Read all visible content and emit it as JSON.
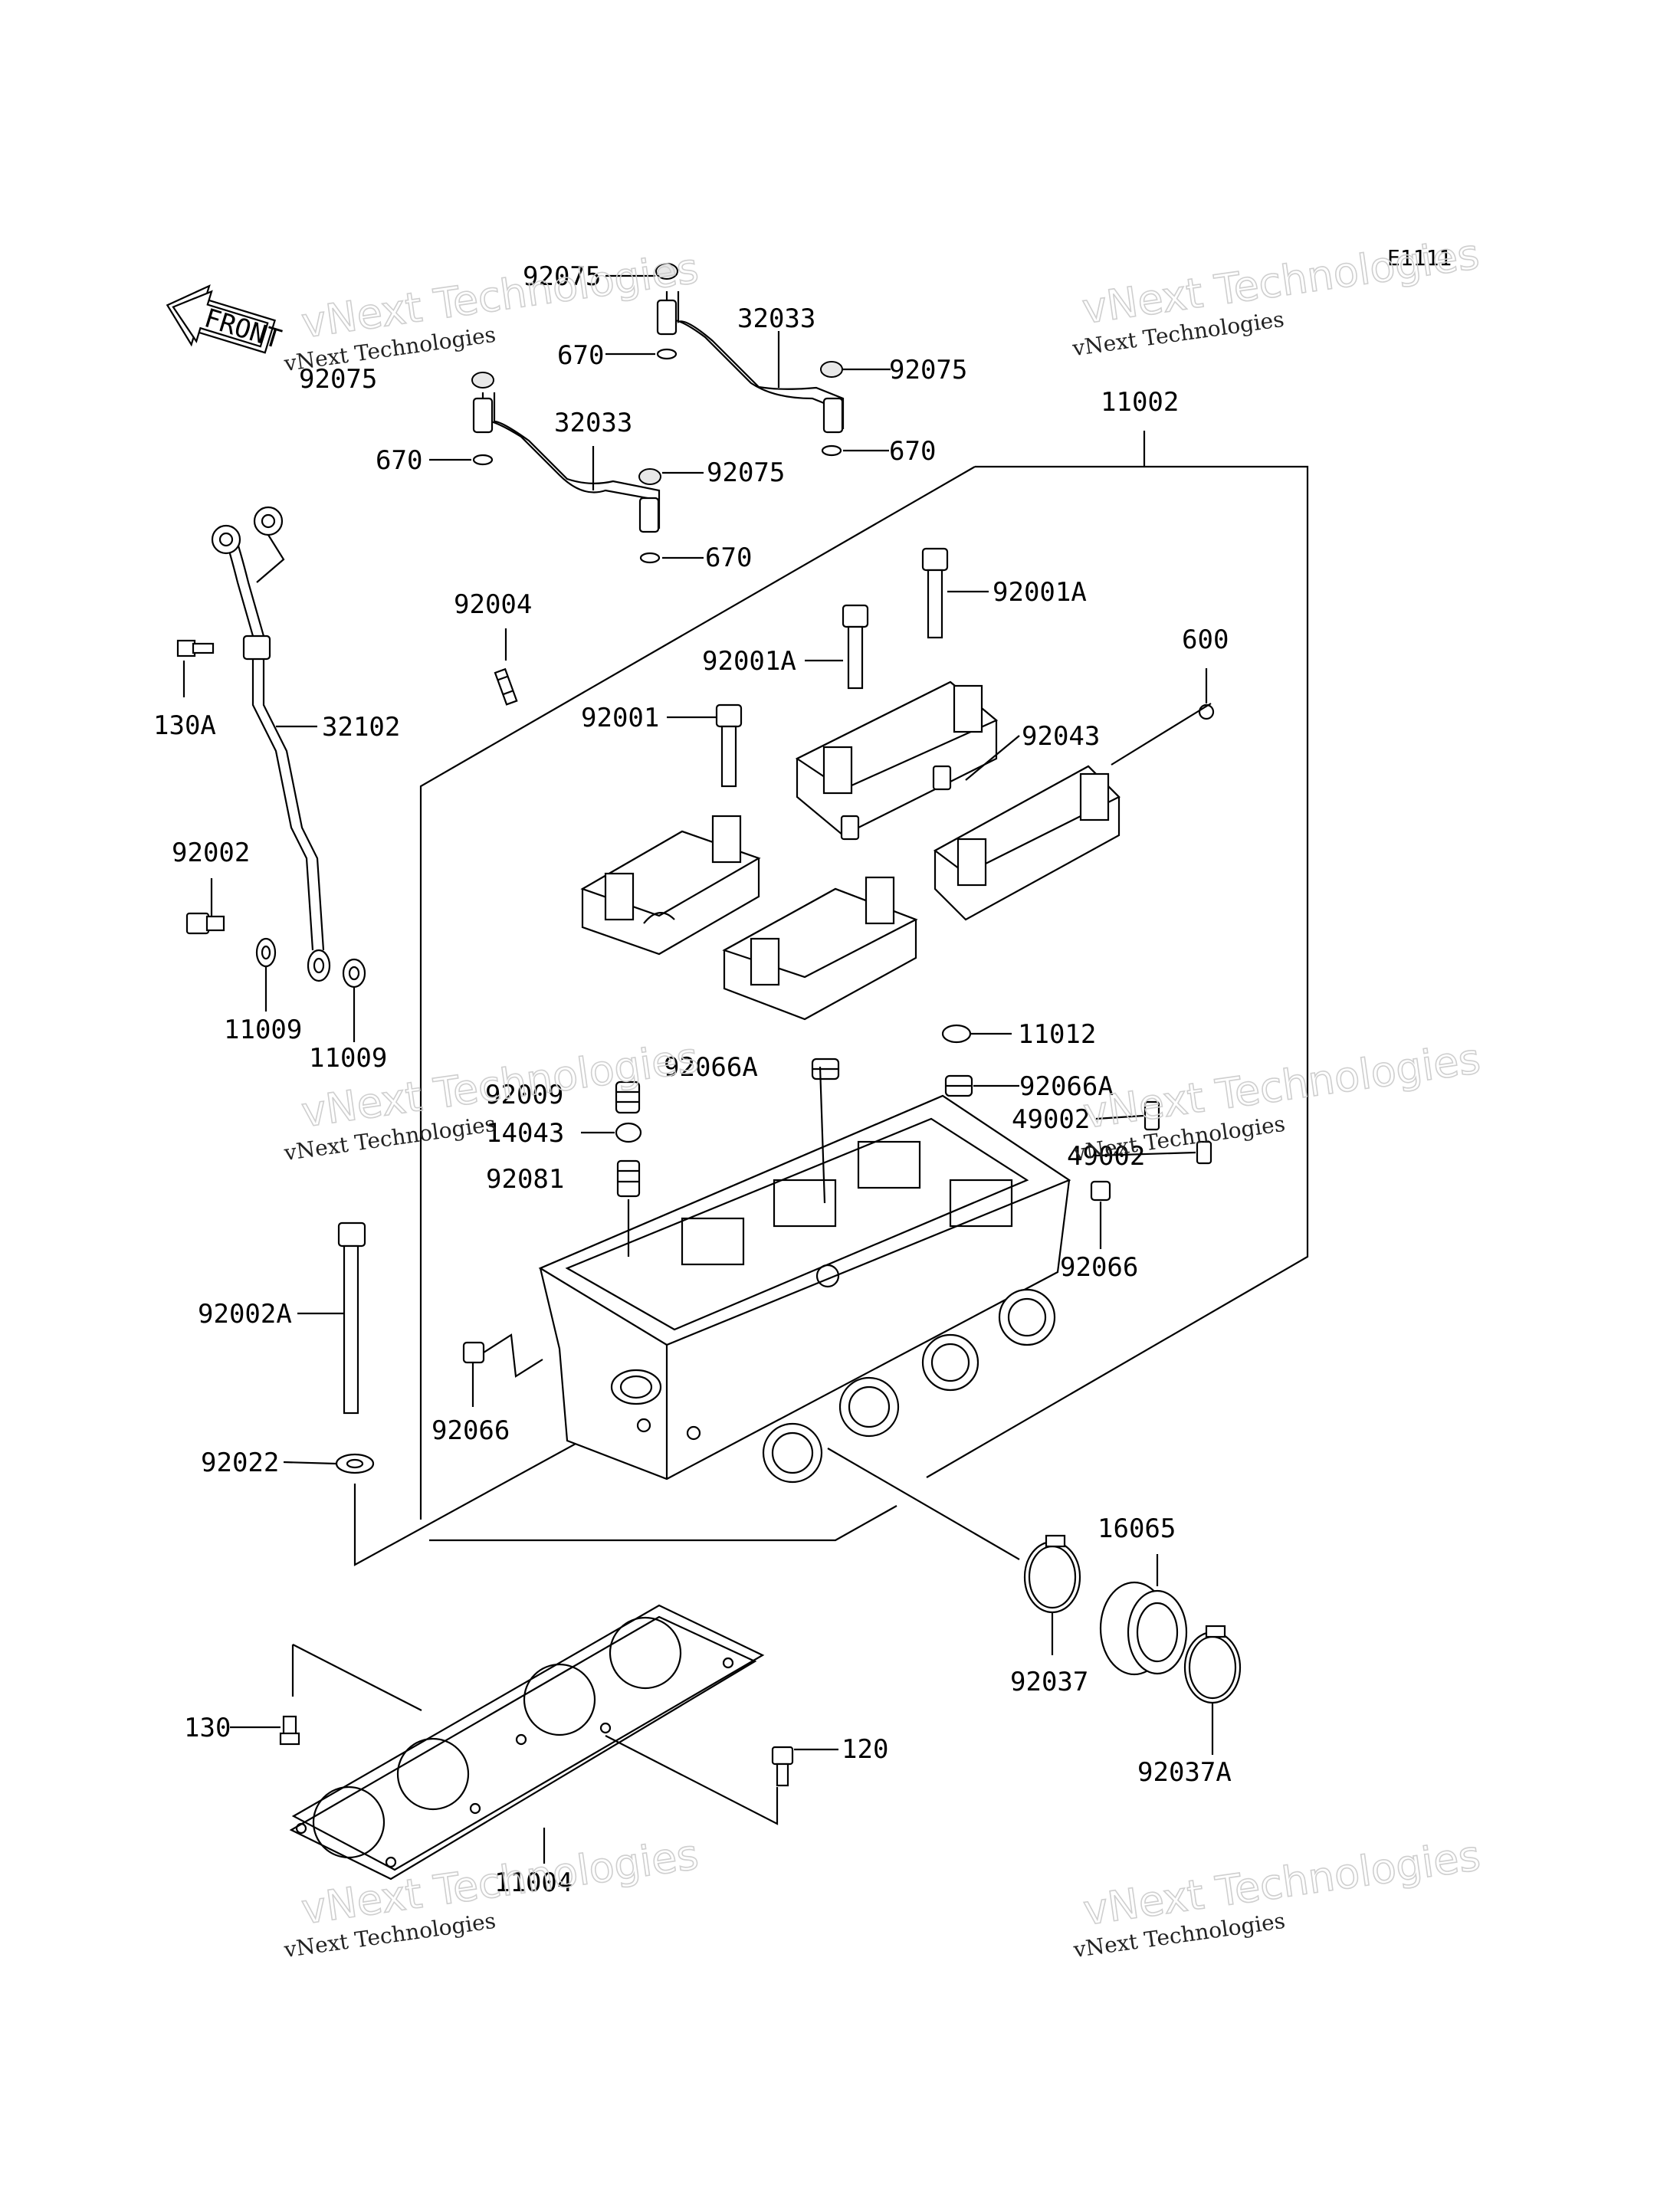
{
  "diagram_code": "E1111",
  "front_label": "FRONT",
  "watermark": {
    "line1": "vNext Technologies",
    "line2": "vNext Technologies"
  },
  "part_labels": [
    "92075",
    "670",
    "32033",
    "92075",
    "670",
    "92075",
    "32033",
    "670",
    "92075",
    "670",
    "11002",
    "92001A",
    "92004",
    "92001A",
    "600",
    "130A",
    "32102",
    "92001",
    "92043",
    "92002",
    "11009",
    "11009",
    "11012",
    "92009",
    "92066A",
    "92066A",
    "49002",
    "14043",
    "49002",
    "92081",
    "92066",
    "92002A",
    "92066",
    "92022",
    "16065",
    "92037",
    "92037A",
    "130",
    "120",
    "11004"
  ]
}
